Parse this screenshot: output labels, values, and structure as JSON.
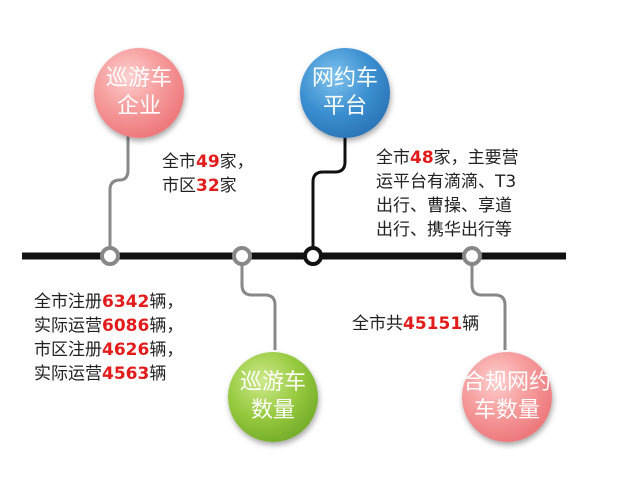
{
  "nodes": {
    "cruise_enterprise": {
      "line1": "巡游车",
      "line2": "企业"
    },
    "ridehail_platform": {
      "line1": "网约车",
      "line2": "平台"
    },
    "cruise_count": {
      "line1": "巡游车",
      "line2": "数量"
    },
    "ridehail_count": {
      "line1": "合规网约",
      "line2": "车数量"
    }
  },
  "cruise_enterprise_info": [
    {
      "pre": "全市",
      "num": "49",
      "post": "家，"
    },
    {
      "pre": "市区",
      "num": "32",
      "post": "家"
    }
  ],
  "ridehail_platform_info": [
    {
      "pre": "全市",
      "num": "48",
      "post": "家，主要营"
    },
    {
      "pre": "运平台有滴滴、T3",
      "num": "",
      "post": ""
    },
    {
      "pre": "出行、曹操、享道",
      "num": "",
      "post": ""
    },
    {
      "pre": "出行、携华出行等",
      "num": "",
      "post": ""
    }
  ],
  "cruise_count_info": [
    {
      "pre": "全市注册",
      "num": "6342",
      "post": "辆，"
    },
    {
      "pre": "实际运营",
      "num": "6086",
      "post": "辆，"
    },
    {
      "pre": "市区注册",
      "num": "4626",
      "post": "辆，"
    },
    {
      "pre": "实际运营",
      "num": "4563",
      "post": "辆"
    }
  ],
  "ridehail_count_info": [
    {
      "pre": "全市共",
      "num": "45151",
      "post": "辆"
    }
  ],
  "colors": {
    "timeline": "#111111",
    "connector": "#888888",
    "highlight": "#e31b1b",
    "pink": "#f28b8e",
    "blue": "#2f7fc4",
    "green": "#8cc43a"
  }
}
